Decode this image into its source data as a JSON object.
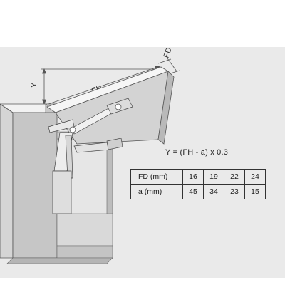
{
  "labels": {
    "y": "Y",
    "fh": "FH",
    "fd": "FD"
  },
  "formula": "Y = (FH - a) x 0.3",
  "table": {
    "rows": [
      {
        "label": "FD (mm)",
        "values": [
          "16",
          "19",
          "22",
          "24"
        ]
      },
      {
        "label": "a (mm)",
        "values": [
          "45",
          "34",
          "23",
          "15"
        ]
      }
    ]
  }
}
